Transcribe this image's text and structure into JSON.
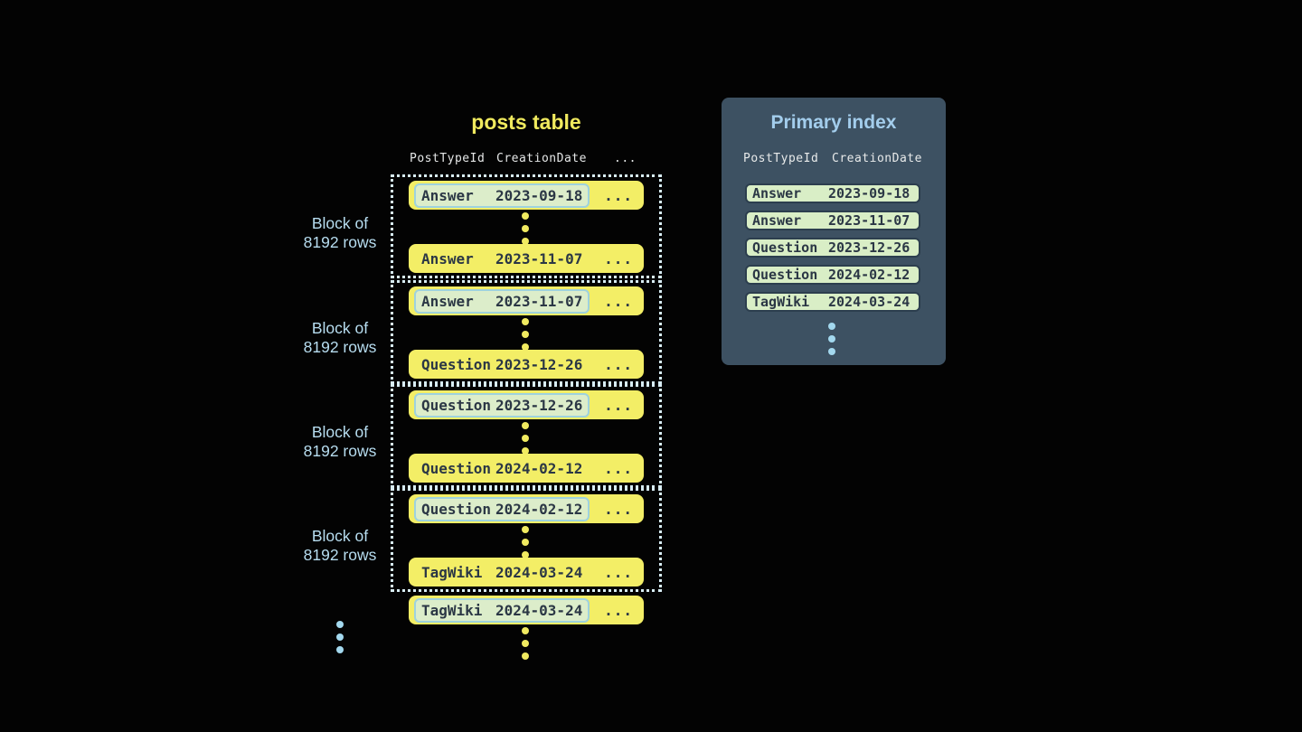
{
  "posts_table": {
    "title": "posts table",
    "headers": {
      "col1": "PostTypeId",
      "col2": "CreationDate",
      "col3": "..."
    },
    "ellipsis": "...",
    "blocks": [
      {
        "label_line1": "Block of",
        "label_line2": "8192 rows",
        "first_row": {
          "type": "Answer",
          "date": "2023-09-18"
        },
        "last_row": {
          "type": "Answer",
          "date": "2023-11-07"
        }
      },
      {
        "label_line1": "Block of",
        "label_line2": "8192 rows",
        "first_row": {
          "type": "Answer",
          "date": "2023-11-07"
        },
        "last_row": {
          "type": "Question",
          "date": "2023-12-26"
        }
      },
      {
        "label_line1": "Block of",
        "label_line2": "8192 rows",
        "first_row": {
          "type": "Question",
          "date": "2023-12-26"
        },
        "last_row": {
          "type": "Question",
          "date": "2024-02-12"
        }
      },
      {
        "label_line1": "Block of",
        "label_line2": "8192 rows",
        "first_row": {
          "type": "Question",
          "date": "2024-02-12"
        },
        "last_row": {
          "type": "TagWiki",
          "date": "2024-03-24"
        }
      }
    ],
    "overflow_row": {
      "type": "TagWiki",
      "date": "2024-03-24"
    }
  },
  "primary_index": {
    "title": "Primary index",
    "headers": {
      "col1": "PostTypeId",
      "col2": "CreationDate"
    },
    "rows": [
      {
        "type": "Answer",
        "date": "2023-09-18"
      },
      {
        "type": "Answer",
        "date": "2023-11-07"
      },
      {
        "type": "Question",
        "date": "2023-12-26"
      },
      {
        "type": "Question",
        "date": "2024-02-12"
      },
      {
        "type": "TagWiki",
        "date": "2024-03-24"
      }
    ]
  },
  "colors": {
    "background": "#030303",
    "row_yellow": "#f3ee66",
    "title_yellow": "#f0ea5e",
    "highlight_mint": "#dcedca",
    "highlight_border": "#9ed2de",
    "panel_bg": "#3d5162",
    "index_row_bg": "#d9eec6",
    "index_row_border": "#2c3e4e",
    "dark_text": "#2b3745",
    "label_blue": "#b7ddf0",
    "panel_title_blue": "#a3cdec",
    "header_text": "#e5e7e7",
    "dotted_border": "#d8edf4",
    "yellow_dot": "#f0ea60",
    "blue_dot": "#a3d8ee"
  }
}
